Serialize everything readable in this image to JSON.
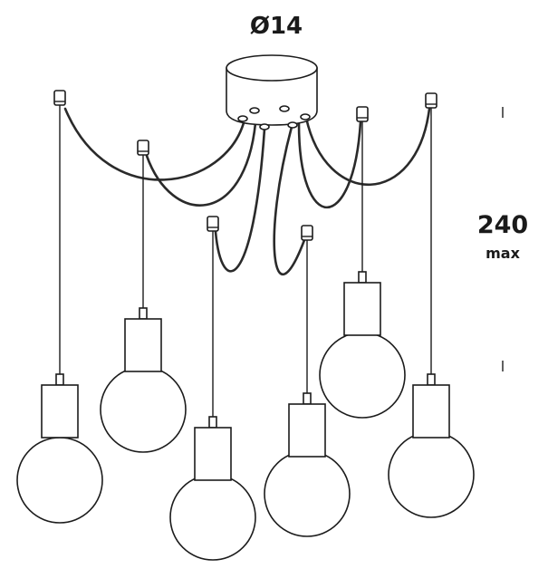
{
  "dimensions": {
    "diameter_label": "Ø14",
    "height_value": "240",
    "height_note": "max"
  },
  "colors": {
    "line": "#1c1c1c",
    "wire": "#2a2a2a",
    "background": "#ffffff"
  },
  "lamp_count": 6
}
